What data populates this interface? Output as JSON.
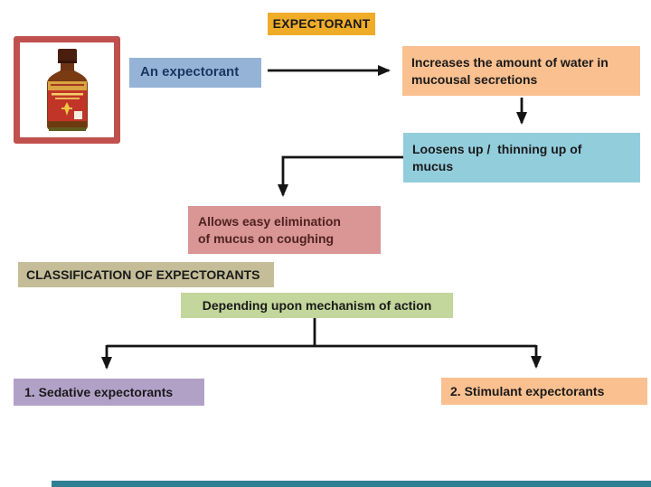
{
  "slide": {
    "title": "EXPECTORANT",
    "boxes": {
      "an_expectorant": {
        "text": "An expectorant"
      },
      "increases": {
        "lines": [
          "Increases the amount of water in",
          "mucousal secretions"
        ]
      },
      "loosens": {
        "lines": [
          "Loosens up /  thinning up of",
          "mucus"
        ]
      },
      "allows": {
        "lines": [
          "Allows easy elimination",
          "of mucus on coughing"
        ]
      },
      "classification": {
        "text": "CLASSIFICATION OF EXPECTORANTS"
      },
      "mechanism": {
        "text": "Depending upon mechanism of action"
      },
      "sedative": {
        "text": "1. Sedative expectorants"
      },
      "stimulant": {
        "text": "2. Stimulant expectorants"
      }
    },
    "image": {
      "description": "expectorant-syrup-bottle-photo"
    },
    "colors": {
      "title_bg": "#efac28",
      "an_expectorant_bg": "#95b3d7",
      "an_expectorant_text": "#17375e",
      "increases_bg": "#fac090",
      "loosens_bg": "#92cddc",
      "allows_bg": "#d99694",
      "allows_text": "#4f2220",
      "classification_bg": "#c4bd97",
      "mechanism_bg": "#c3d69b",
      "sedative_bg": "#b2a1c7",
      "stimulant_bg": "#fac090",
      "photo_frame_border": "#c0504d",
      "connector": "#141414",
      "footer_bar": "#2e7f93"
    }
  }
}
